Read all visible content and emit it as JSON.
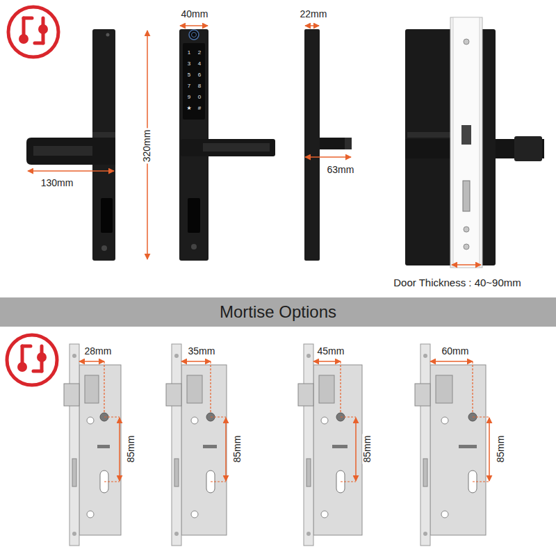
{
  "diagram": {
    "nodes": [
      {
        "text": [
          "Mortise Options"
        ]
      }
    ],
    "labels": [
      "40mm",
      "22mm",
      "320mm",
      "130mm",
      "63mm",
      "Door Thickness : 40~90mm",
      "1",
      "2",
      "3",
      "4",
      "5",
      "6",
      "7",
      "8",
      "9",
      "0",
      "★",
      "#",
      "28mm",
      "85mm",
      "35mm",
      "85mm",
      "45mm",
      "85mm",
      "60mm",
      "85mm"
    ]
  }
}
